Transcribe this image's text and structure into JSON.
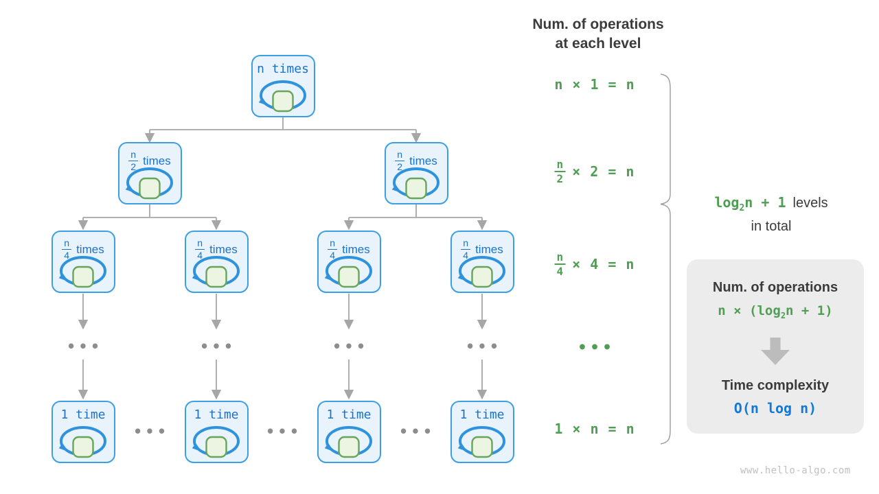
{
  "header": {
    "line1": "Num. of operations",
    "line2": "at each level"
  },
  "tree": {
    "ellipsis": "•••",
    "levels": [
      {
        "nodes": [
          {
            "type": "plain",
            "label": "n times"
          }
        ]
      },
      {
        "nodes": [
          {
            "type": "frac",
            "num": "n",
            "den": "2",
            "suffix": "times"
          },
          {
            "type": "frac",
            "num": "n",
            "den": "2",
            "suffix": "times"
          }
        ]
      },
      {
        "nodes": [
          {
            "type": "frac",
            "num": "n",
            "den": "4",
            "suffix": "times"
          },
          {
            "type": "frac",
            "num": "n",
            "den": "4",
            "suffix": "times"
          },
          {
            "type": "frac",
            "num": "n",
            "den": "4",
            "suffix": "times"
          },
          {
            "type": "frac",
            "num": "n",
            "den": "4",
            "suffix": "times"
          }
        ]
      },
      {
        "nodes": [
          {
            "type": "plain",
            "label": "1 time"
          },
          {
            "type": "plain",
            "label": "1 time"
          },
          {
            "type": "plain",
            "label": "1 time"
          },
          {
            "type": "plain",
            "label": "1 time"
          }
        ]
      }
    ]
  },
  "ops_rows": [
    {
      "kind": "plain",
      "text": "n × 1 = n"
    },
    {
      "kind": "frac",
      "num": "n",
      "den": "2",
      "rest": "× 2 = n"
    },
    {
      "kind": "frac",
      "num": "n",
      "den": "4",
      "rest": "× 4 = n"
    },
    {
      "kind": "dots",
      "text": "•••"
    },
    {
      "kind": "plain",
      "text": "1 × n = n"
    }
  ],
  "brace_label": {
    "formula_prefix": "log",
    "formula_sub": "2",
    "formula_rest": "n + 1",
    "suffix": "levels",
    "line2": "in total"
  },
  "summary_box": {
    "ops_title": "Num. of operations",
    "ops_formula_prefix": "n × (log",
    "ops_formula_sub": "2",
    "ops_formula_rest": "n + 1)",
    "tc_title": "Time complexity",
    "tc_formula": "O(n log n)"
  },
  "watermark": "www.hello-algo.com",
  "colors": {
    "node_border": "#3d9fe3",
    "node_fill": "#e9f3fc",
    "node_text": "#1d72c6",
    "loop_stroke": "#2e93dc",
    "square_fill": "#ecf4e2",
    "square_border": "#67a55b",
    "connector_gray": "#a6a6a6",
    "dot_gray": "#8d8d8d",
    "green": "#4f9e54",
    "dark_text": "#3b3b3b",
    "formula_blue": "#1379d8",
    "box_bg": "#ececec",
    "block_arrow": "#bcbcbc",
    "brace": "#9c9c9c",
    "watermark": "#c0c0c0"
  }
}
